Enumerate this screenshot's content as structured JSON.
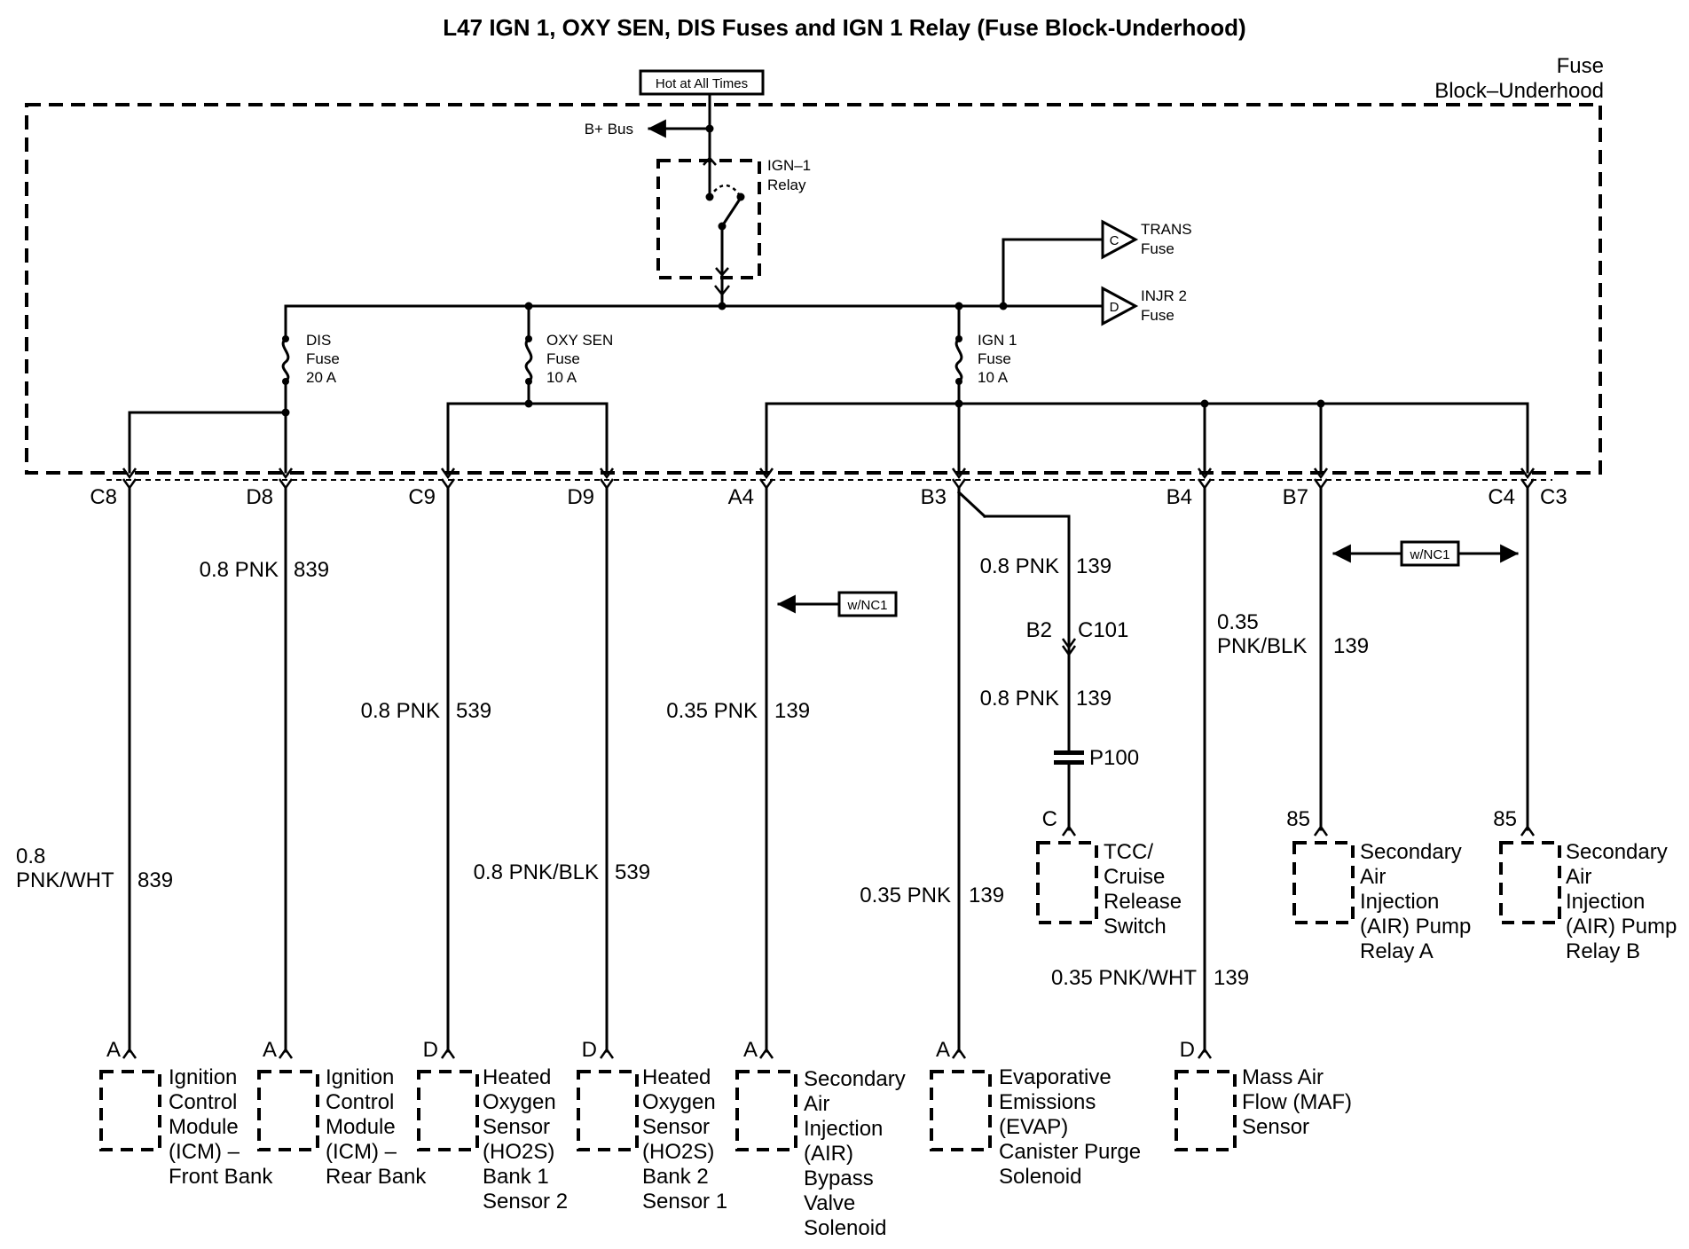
{
  "title": "L47 IGN 1, OXY SEN, DIS Fuses and IGN 1 Relay (Fuse Block-Underhood)",
  "fuse_block": {
    "line1": "Fuse",
    "line2": "Block–Underhood"
  },
  "hot_label": "Hot at All Times",
  "bplus_label": "B+ Bus",
  "relay": {
    "line1": "IGN–1",
    "line2": "Relay"
  },
  "trans_fuse": {
    "letter": "C",
    "line1": "TRANS",
    "line2": "Fuse"
  },
  "injr_fuse": {
    "letter": "D",
    "line1": "INJR 2",
    "line2": "Fuse"
  },
  "dis_fuse": {
    "line1": "DIS",
    "line2": "Fuse",
    "line3": "20 A"
  },
  "oxy_fuse": {
    "line1": "OXY SEN",
    "line2": "Fuse",
    "line3": "10 A"
  },
  "ign_fuse": {
    "line1": "IGN 1",
    "line2": "Fuse",
    "line3": "10 A"
  },
  "pins": [
    "C8",
    "D8",
    "C9",
    "D9",
    "A4",
    "B3",
    "B4",
    "B7",
    "C4",
    "C3"
  ],
  "wires": {
    "d8": {
      "gauge": "0.8 PNK",
      "circuit": "839"
    },
    "c8_1": "0.8",
    "c8_2": "PNK/WHT",
    "c8_circuit": "839",
    "c9": {
      "gauge": "0.8 PNK",
      "circuit": "539"
    },
    "d9": {
      "gauge": "0.8 PNK/BLK",
      "circuit": "539"
    },
    "a4": {
      "gauge": "0.35 PNK",
      "circuit": "139"
    },
    "b3_top": {
      "gauge": "0.8 PNK",
      "circuit": "139"
    },
    "b3_mid": {
      "gauge": "0.8 PNK",
      "circuit": "139"
    },
    "b3_low": {
      "gauge": "0.35 PNK",
      "circuit": "139"
    },
    "b4_1": "0.35",
    "b4_2": "PNK/BLK",
    "b4_circuit": "139",
    "tcc_out": {
      "gauge": "0.35 PNK/WHT",
      "circuit": "139"
    }
  },
  "option_nc1": "w/NC1",
  "c101": {
    "pin": "B2",
    "name": "C101"
  },
  "p100": "P100",
  "tcc_pin": "C",
  "relay_pin": "85",
  "components": {
    "icm_front": {
      "pin": "A",
      "lines": [
        "Ignition",
        "Control",
        "Module",
        "(ICM) –",
        "Front Bank"
      ]
    },
    "icm_rear": {
      "pin": "A",
      "lines": [
        "Ignition",
        "Control",
        "Module",
        "(ICM) –",
        "Rear Bank"
      ]
    },
    "ho2s_b1s2": {
      "pin": "D",
      "lines": [
        "Heated",
        "Oxygen",
        "Sensor",
        "(HO2S)",
        "Bank 1",
        "Sensor 2"
      ]
    },
    "ho2s_b2s1": {
      "pin": "D",
      "lines": [
        "Heated",
        "Oxygen",
        "Sensor",
        "(HO2S)",
        "Bank 2",
        "Sensor 1"
      ]
    },
    "air_bypass": {
      "pin": "A",
      "lines": [
        "Secondary",
        "Air",
        "Injection",
        "(AIR)",
        "Bypass",
        "Valve",
        "Solenoid"
      ]
    },
    "evap": {
      "pin": "A",
      "lines": [
        "Evaporative",
        "Emissions",
        "(EVAP)",
        "Canister Purge",
        "Solenoid"
      ]
    },
    "maf": {
      "pin": "D",
      "lines": [
        "Mass Air",
        "Flow (MAF)",
        "Sensor"
      ]
    },
    "tcc": {
      "lines": [
        "TCC/",
        "Cruise",
        "Release",
        "Switch"
      ]
    },
    "air_pump_a": {
      "lines": [
        "Secondary",
        "Air",
        "Injection",
        "(AIR) Pump",
        "Relay A"
      ]
    },
    "air_pump_b": {
      "lines": [
        "Secondary",
        "Air",
        "Injection",
        "(AIR) Pump",
        "Relay B"
      ]
    }
  }
}
